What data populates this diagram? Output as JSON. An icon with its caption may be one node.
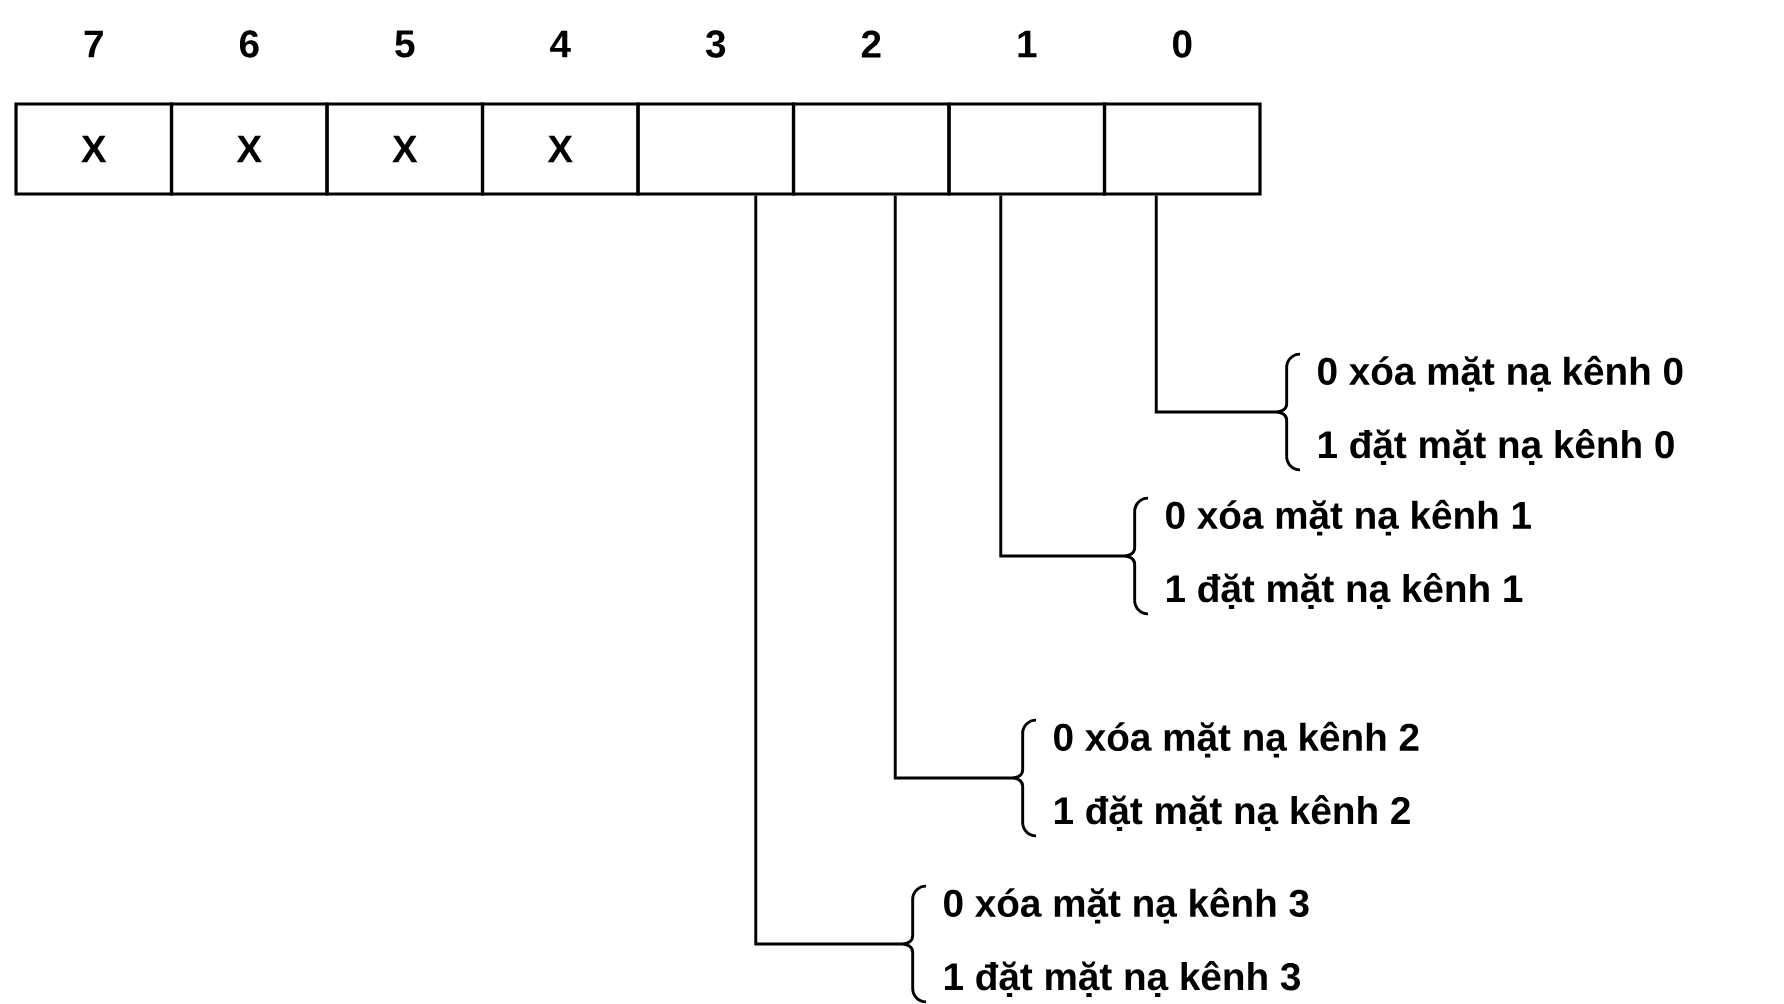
{
  "diagram": {
    "nodes": [
      {
        "text": [
          "X"
        ],
        "beside": [
          "7"
        ]
      },
      {
        "text": [
          "X"
        ],
        "beside": [
          "6"
        ]
      },
      {
        "text": [
          "X"
        ],
        "beside": [
          "5"
        ]
      },
      {
        "text": [
          "X"
        ],
        "beside": [
          "4"
        ]
      },
      {
        "text": [],
        "shape": "box",
        "beside": [
          "3"
        ]
      },
      {
        "text": [],
        "shape": "box",
        "beside": [
          "2"
        ]
      },
      {
        "text": [],
        "shape": "box",
        "beside": [
          "1"
        ]
      },
      {
        "text": [],
        "shape": "box",
        "beside": [
          "0"
        ]
      },
      {
        "text": [
          "0 xóa mặt nạ kênh 0",
          "1 đặt mặt nạ kênh 0"
        ]
      },
      {
        "text": [
          "0 xóa mặt nạ kênh 1",
          "1 đặt mặt nạ kênh 1"
        ]
      },
      {
        "text": [
          "0 xóa mặt nạ kênh 2",
          "1 đặt mặt nạ kênh 2"
        ]
      },
      {
        "text": [
          "0 xóa mặt nạ kênh 3",
          "1 đặt mặt nạ kênh 3"
        ]
      }
    ],
    "edges": [
      {
        "from": 7,
        "to": 8,
        "arrow": "none"
      },
      {
        "from": 6,
        "to": 9,
        "arrow": "none"
      },
      {
        "from": 5,
        "to": 10,
        "arrow": "none"
      },
      {
        "from": 4,
        "to": 11,
        "arrow": "none"
      }
    ]
  }
}
